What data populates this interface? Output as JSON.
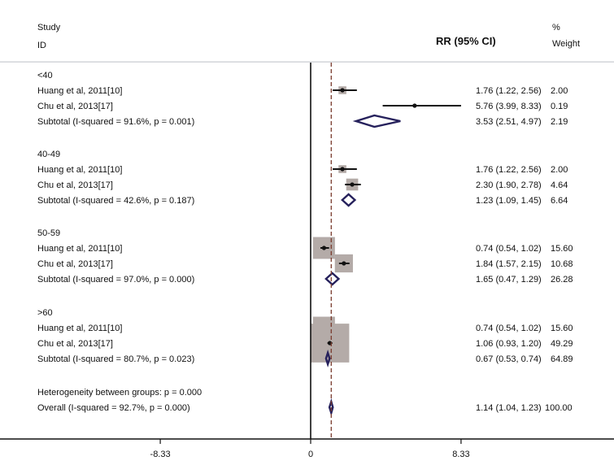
{
  "header": {
    "study_line1": "Study",
    "study_line2": "ID",
    "effect_label": "RR (95% CI)",
    "weight_line1": "%",
    "weight_line2": "Weight"
  },
  "chart_data": {
    "type": "forest",
    "x_ticks": [
      "-8.33",
      "0",
      "8.33"
    ],
    "x_tick_values": [
      -8.33,
      0,
      8.33
    ],
    "null_line": 0,
    "overall_line": 1.14,
    "groups": [
      {
        "label": "<40",
        "studies": [
          {
            "name": "Huang et al, 2011[10]",
            "rr": 1.76,
            "lo": 1.22,
            "hi": 2.56,
            "ci_text": "1.76 (1.22, 2.56)",
            "weight": "2.00"
          },
          {
            "name": "Chu et al, 2013[17]",
            "rr": 5.76,
            "lo": 3.99,
            "hi": 8.33,
            "ci_text": "5.76 (3.99, 8.33)",
            "weight": "0.19"
          }
        ],
        "subtotal": {
          "name": "Subtotal  (I-squared = 91.6%, p = 0.001)",
          "rr": 3.53,
          "lo": 2.51,
          "hi": 4.97,
          "ci_text": "3.53 (2.51, 4.97)",
          "weight": "2.19"
        }
      },
      {
        "label": "40-49",
        "studies": [
          {
            "name": "Huang et al, 2011[10]",
            "rr": 1.76,
            "lo": 1.22,
            "hi": 2.56,
            "ci_text": "1.76 (1.22, 2.56)",
            "weight": "2.00"
          },
          {
            "name": "Chu et al, 2013[17]",
            "rr": 2.3,
            "lo": 1.9,
            "hi": 2.78,
            "ci_text": "2.30 (1.90, 2.78)",
            "weight": "4.64"
          }
        ],
        "subtotal": {
          "name": "Subtotal  (I-squared = 42.6%, p = 0.187)",
          "rr": 2.1,
          "lo": 1.75,
          "hi": 2.45,
          "ci_text": "1.23 (1.09, 1.45)",
          "weight": "6.64"
        }
      },
      {
        "label": "50-59",
        "studies": [
          {
            "name": "Huang et al, 2011[10]",
            "rr": 0.74,
            "lo": 0.54,
            "hi": 1.02,
            "ci_text": "0.74 (0.54, 1.02)",
            "weight": "15.60"
          },
          {
            "name": "Chu et al, 2013[17]",
            "rr": 1.84,
            "lo": 1.57,
            "hi": 2.15,
            "ci_text": "1.84 (1.57, 2.15)",
            "weight": "10.68"
          }
        ],
        "subtotal": {
          "name": "Subtotal  (I-squared = 97.0%, p = 0.000)",
          "rr": 1.2,
          "lo": 0.85,
          "hi": 1.55,
          "ci_text": "1.65 (0.47, 1.29)",
          "weight": "26.28"
        }
      },
      {
        "label": ">60",
        "studies": [
          {
            "name": "Huang et al, 2011[10]",
            "rr": 0.74,
            "lo": 0.54,
            "hi": 1.02,
            "ci_text": "0.74 (0.54, 1.02)",
            "weight": "15.60"
          },
          {
            "name": "Chu et al, 2013[17]",
            "rr": 1.06,
            "lo": 0.93,
            "hi": 1.2,
            "ci_text": "1.06 (0.93, 1.20)",
            "weight": "49.29"
          }
        ],
        "subtotal": {
          "name": "Subtotal  (I-squared = 80.7%, p = 0.023)",
          "rr": 0.95,
          "lo": 0.85,
          "hi": 1.05,
          "ci_text": "0.67 (0.53, 0.74)",
          "weight": "64.89"
        }
      }
    ],
    "heterogeneity": "Heterogeneity between groups: p = 0.000",
    "overall": {
      "name": "Overall  (I-squared = 92.7%, p = 0.000)",
      "rr": 1.14,
      "lo": 1.04,
      "hi": 1.23,
      "ci_text": "1.14 (1.04, 1.23)",
      "weight": "100.00"
    }
  }
}
